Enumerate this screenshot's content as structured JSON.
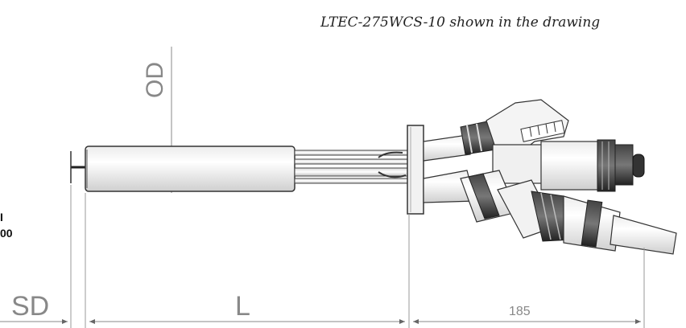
{
  "caption": "LTEC-275WCS-10 shown in the drawing",
  "dimensions": {
    "od": "OD",
    "sd": "SD",
    "l": "L",
    "length_185": "185"
  },
  "cut_text": {
    "line1": "I",
    "line2": "00"
  }
}
